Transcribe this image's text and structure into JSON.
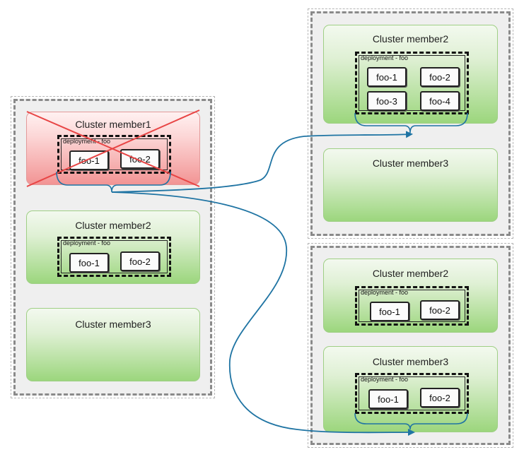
{
  "source": {
    "members": [
      {
        "title": "Cluster member1",
        "status": "failed",
        "deployment": {
          "label": "deployment - foo",
          "pods": [
            "foo-1",
            "foo-2"
          ]
        }
      },
      {
        "title": "Cluster member2",
        "deployment": {
          "label": "deployment - foo",
          "pods": [
            "foo-1",
            "foo-2"
          ]
        }
      },
      {
        "title": "Cluster member3"
      }
    ]
  },
  "target_top": {
    "members": [
      {
        "title": "Cluster member2",
        "deployment": {
          "label": "deployment - foo",
          "pods": [
            "foo-1",
            "foo-2",
            "foo-3",
            "foo-4"
          ]
        }
      },
      {
        "title": "Cluster member3"
      }
    ]
  },
  "target_bottom": {
    "members": [
      {
        "title": "Cluster member2",
        "deployment": {
          "label": "deployment - foo",
          "pods": [
            "foo-1",
            "foo-2"
          ]
        }
      },
      {
        "title": "Cluster member3",
        "deployment": {
          "label": "deployment - foo",
          "pods": [
            "foo-1",
            "foo-2"
          ]
        }
      }
    ]
  },
  "colors": {
    "arrow": "#1f74a3",
    "failed_cross": "#e84545",
    "member_fill": "#9cd67d",
    "failed_fill": "#f29494"
  }
}
